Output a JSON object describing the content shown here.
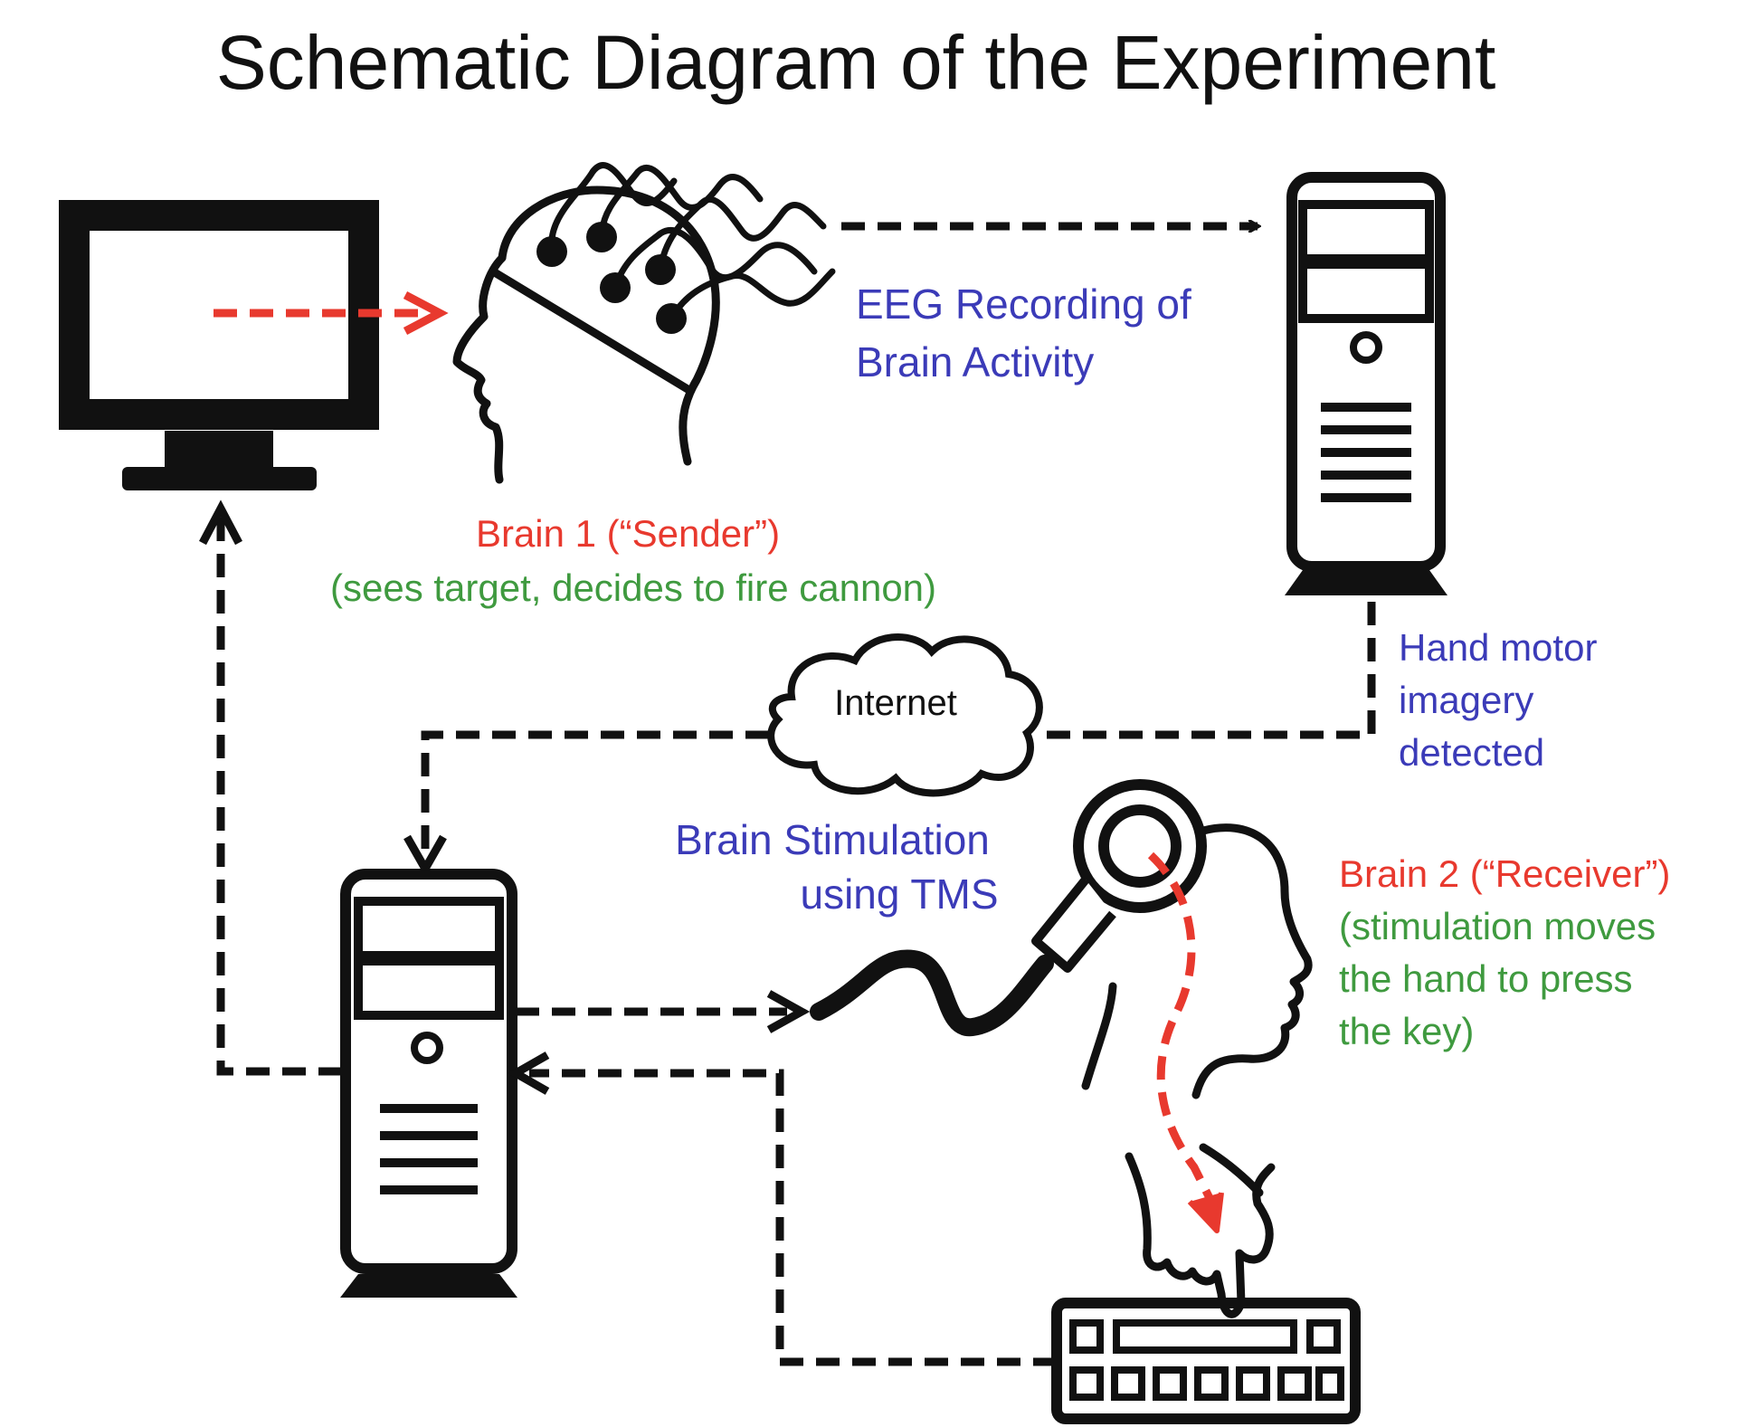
{
  "title": "Schematic Diagram of the Experiment",
  "labels": {
    "eeg_line1": "EEG Recording of",
    "eeg_line2": "Brain Activity",
    "brain1_name": "Brain 1 (“Sender”)",
    "brain1_desc": "(sees target, decides to fire cannon)",
    "internet": "Internet",
    "hand_motor_line1": "Hand motor",
    "hand_motor_line2": "imagery",
    "hand_motor_line3": "detected",
    "tms_line1": "Brain Stimulation",
    "tms_line2": "using TMS",
    "brain2_name": "Brain 2 (“Receiver”)",
    "brain2_desc_line1": "(stimulation moves",
    "brain2_desc_line2": "the hand to press",
    "brain2_desc_line3": "the key)"
  },
  "colors": {
    "black": "#111111",
    "red": "#e8392e",
    "blue": "#3b3bb8",
    "green": "#3f9a3f"
  }
}
